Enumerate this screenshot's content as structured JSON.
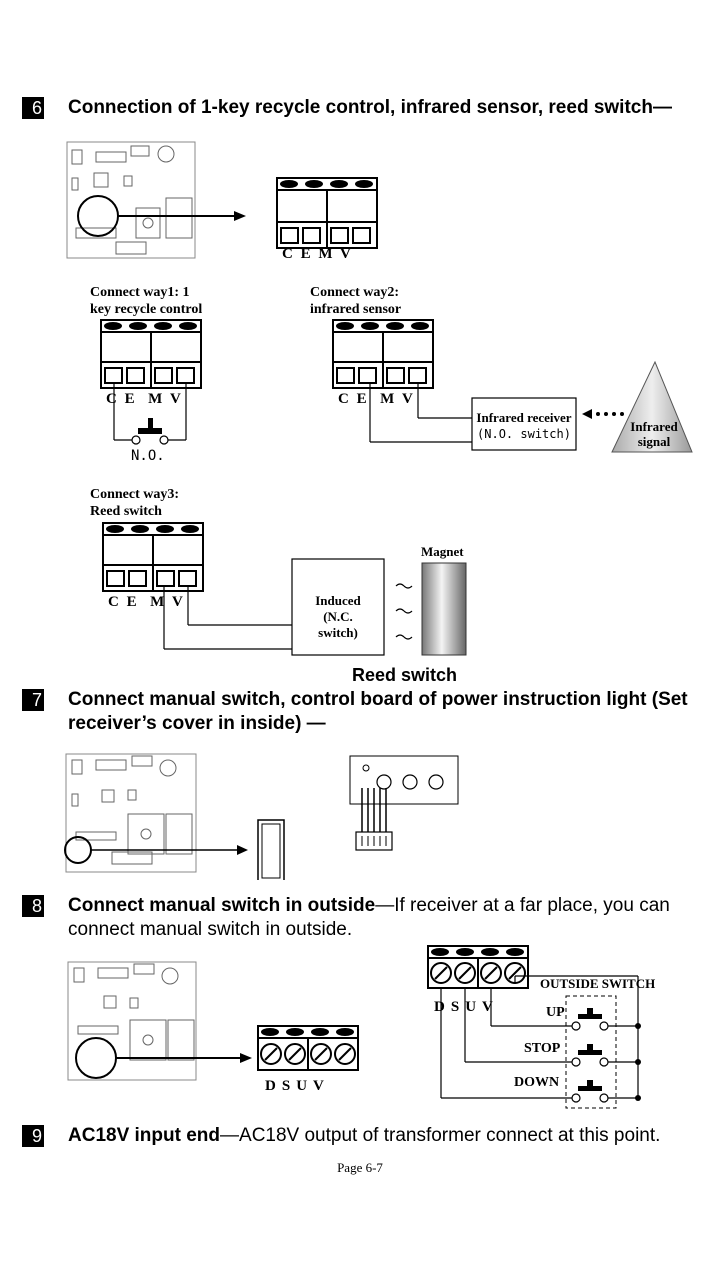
{
  "section6": {
    "number": "6",
    "title": "Connection of 1-key recycle control, infrared sensor, reed switch—",
    "terminal_labels": [
      "C",
      "E",
      "M",
      "V"
    ],
    "way1": {
      "line1": "Connect way1: 1",
      "line2": "key recycle control",
      "switch_label": "N.O."
    },
    "way2": {
      "line1": "Connect way2:",
      "line2": "infrared sensor",
      "receiver_line1": "Infrared receiver",
      "receiver_line2": "(N.O. switch)",
      "signal_line1": "Infrared",
      "signal_line2": "signal"
    },
    "way3": {
      "line1": "Connect way3:",
      "line2": "Reed switch",
      "induced_line1": "Induced",
      "induced_line2": "(N.C.",
      "induced_line3": "switch)",
      "magnet_label": "Magnet",
      "caption": "Reed switch"
    }
  },
  "section7": {
    "number": "7",
    "title_line1": "Connect manual switch, control board of power instruction light (Set",
    "title_line2": "receiver’s cover in inside) —"
  },
  "section8": {
    "number": "8",
    "title_bold": "Connect manual switch in outside",
    "title_rest": "—If receiver at a far place, you can",
    "line2": "connect manual switch in outside.",
    "terminal_labels": [
      "D",
      "S",
      "U",
      "V"
    ],
    "outside_switch_label": "OUTSIDE SWITCH",
    "buttons": [
      "UP",
      "STOP",
      "DOWN"
    ]
  },
  "section9": {
    "number": "9",
    "title_bold": "AC18V input end",
    "title_rest": "—AC18V output of transformer connect at this point."
  },
  "footer": {
    "page": "Page 6-7"
  }
}
